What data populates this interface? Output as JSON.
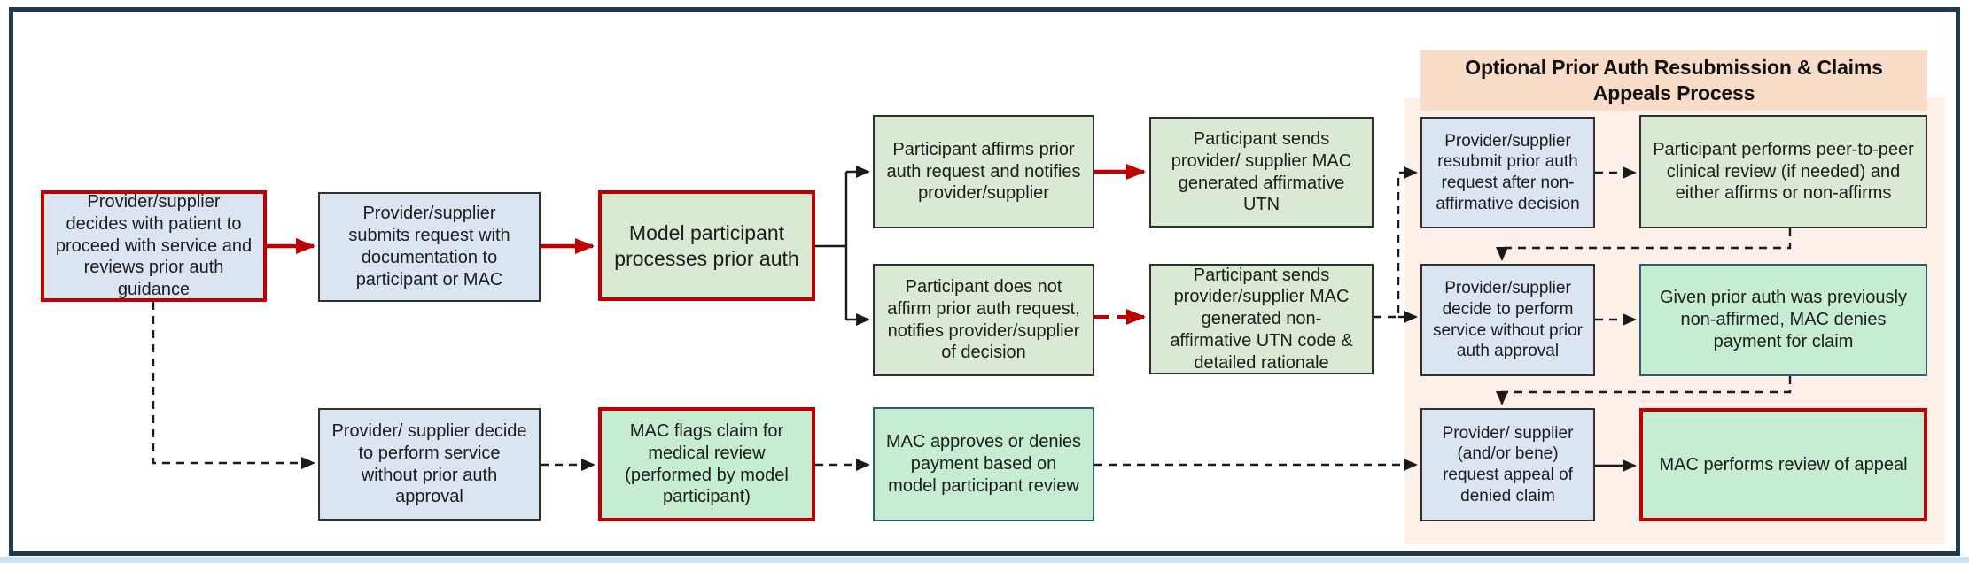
{
  "appeals_panel": {
    "title": "Optional Prior Auth Resubmission & Claims Appeals Process"
  },
  "nodes": {
    "decide_with_patient": {
      "text": "Provider/supplier decides with patient to proceed with service and reviews prior auth guidance"
    },
    "submit_request": {
      "text": "Provider/supplier submits request with documentation to participant or MAC"
    },
    "process_prior_auth": {
      "text": "Model participant processes prior auth"
    },
    "affirms_request": {
      "text": "Participant affirms prior auth request and notifies provider/supplier"
    },
    "not_affirm_request": {
      "text": "Participant does not affirm prior auth request, notifies provider/supplier of decision"
    },
    "affirmative_utn": {
      "text": "Participant sends provider/ supplier MAC generated affirmative UTN"
    },
    "non_affirmative_utn": {
      "text": "Participant sends provider/supplier MAC generated non-affirmative UTN code & detailed rationale"
    },
    "resubmit_request": {
      "text": "Provider/supplier resubmit prior auth request after non-affirmative decision"
    },
    "peer_review": {
      "text": "Participant performs peer-to-peer clinical review (if needed) and either affirms or non-affirms"
    },
    "perform_without_auth_panel": {
      "text": "Provider/supplier decide to perform service without prior auth approval"
    },
    "mac_denies_payment": {
      "text": "Given prior auth was previously non-affirmed, MAC denies payment for claim"
    },
    "perform_without_auth": {
      "text": "Provider/ supplier decide to perform service without prior auth approval"
    },
    "mac_flags_claim": {
      "text": "MAC flags claim for medical review (performed by model participant)"
    },
    "mac_payment_decision": {
      "text": "MAC approves or denies payment based on model participant review"
    },
    "request_appeal": {
      "text": "Provider/ supplier (and/or bene) request appeal of denied claim"
    },
    "mac_reviews_appeal": {
      "text": "MAC performs review of appeal"
    }
  },
  "colors": {
    "outer_border": "#1e3a4d",
    "red_accent": "#c00000",
    "blue_fill": "#dbe5f1",
    "green_fill": "#d9e9d3",
    "mint_fill": "#c6ecd2",
    "dark_border": "#303030",
    "teal_border": "#2f5b6e",
    "header_fill": "#f8dcc8",
    "panel_fill": "#fdf0e9"
  }
}
